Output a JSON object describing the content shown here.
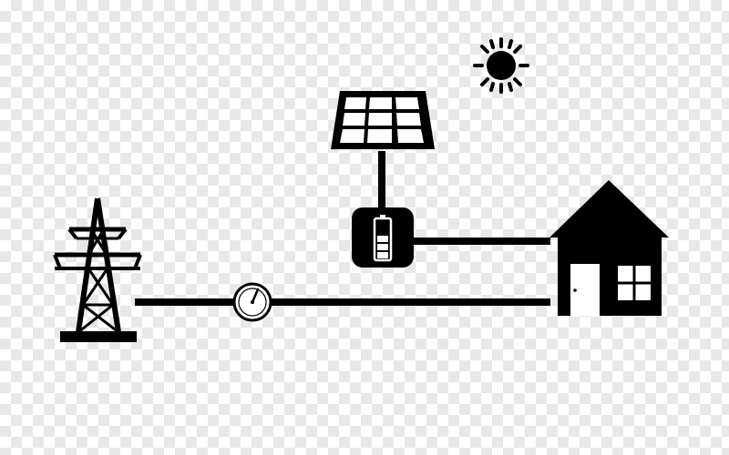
{
  "diagram": {
    "nodes": [
      {
        "id": "grid",
        "icon": "transmission-tower-icon"
      },
      {
        "id": "meter",
        "icon": "meter-gauge-icon"
      },
      {
        "id": "solar",
        "icon": "solar-panel-icon"
      },
      {
        "id": "battery",
        "icon": "battery-icon"
      },
      {
        "id": "home",
        "icon": "house-icon"
      },
      {
        "id": "sun",
        "icon": "sun-icon"
      }
    ],
    "connections": [
      {
        "from": "grid",
        "to": "meter"
      },
      {
        "from": "meter",
        "to": "home"
      },
      {
        "from": "solar",
        "to": "battery"
      },
      {
        "from": "battery",
        "to": "home"
      }
    ]
  },
  "colors": {
    "ink": "#000000",
    "checker_light": "#ffffff",
    "checker_dark": "#e8e8e8"
  }
}
